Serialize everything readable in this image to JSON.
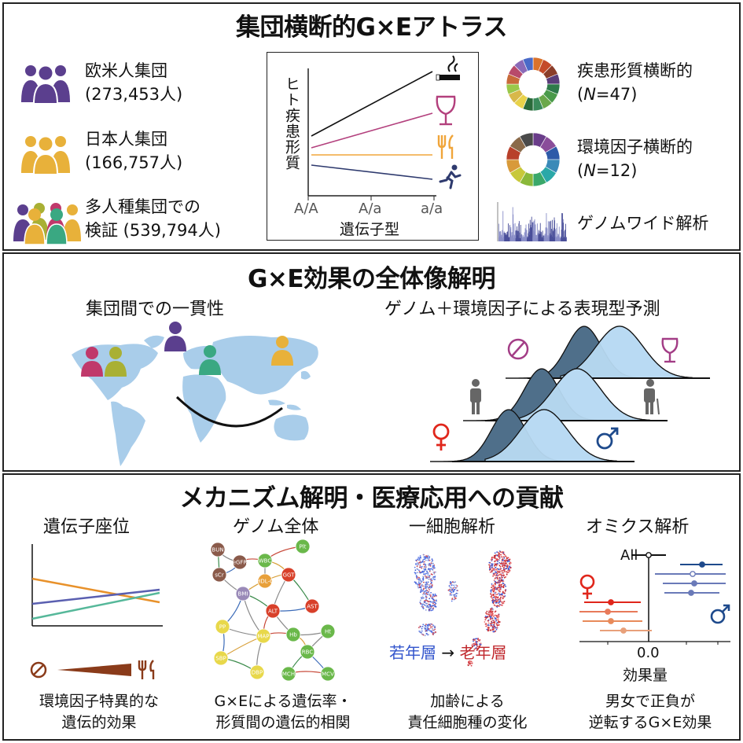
{
  "panel1": {
    "title": "集団横断的G×Eアトラス",
    "cohorts": [
      {
        "name": "欧米人集団",
        "count": "(273,453人)",
        "color": "#5b3f8e"
      },
      {
        "name": "日本人集団",
        "count": "(166,757人)",
        "color": "#e8b13a"
      },
      {
        "name": "多人種集団での",
        "count": "検証 (539,794人)"
      }
    ],
    "center_chart": {
      "ylabel": "ヒト疾患形質",
      "xlabel": "遺伝子型",
      "ticks": [
        "A/A",
        "A/a",
        "a/a"
      ]
    },
    "right": [
      {
        "line1": "疾患形質横断的",
        "n_prefix": "(",
        "n_italic": "N",
        "n_suffix": "=47)"
      },
      {
        "line1": "環境因子横断的",
        "n_prefix": "(",
        "n_italic": "N",
        "n_suffix": "=12)"
      },
      {
        "line1": "ゲノムワイド解析"
      }
    ]
  },
  "panel2": {
    "title": "G×E効果の全体像解明",
    "left_sub": "集団間での一貫性",
    "right_sub": "ゲノム＋環境因子による表現型予測"
  },
  "panel3": {
    "title": "メカニズム解明・医療応用への貢献",
    "cols": [
      {
        "heading": "遺伝子座位",
        "cap1": "環境因子特異的な",
        "cap2": "遺伝的効果"
      },
      {
        "heading": "ゲノム全体",
        "cap1": "G×Eによる遺伝率・",
        "cap2": "形質間の遺伝的相関"
      },
      {
        "heading": "一細胞解析",
        "cap1": "加齢による",
        "cap2": "責任細胞種の変化"
      },
      {
        "heading": "オミクス解析",
        "cap1": "男女で正負が",
        "cap2": "逆転するG×E効果"
      }
    ],
    "network_nodes": [
      "BUN",
      "eGFR",
      "sCr",
      "BMI",
      "WBC",
      "Plt",
      "HDL-C",
      "GGT",
      "ALT",
      "AST",
      "PP",
      "MAP",
      "SBP",
      "DBP",
      "Hb",
      "Ht",
      "RBC",
      "MCH",
      "MCV"
    ],
    "young": "若年層",
    "arrow": "→",
    "old": "老年層",
    "forest_all": "All",
    "forest_zero": "0.0",
    "forest_xlabel": "効果量"
  }
}
